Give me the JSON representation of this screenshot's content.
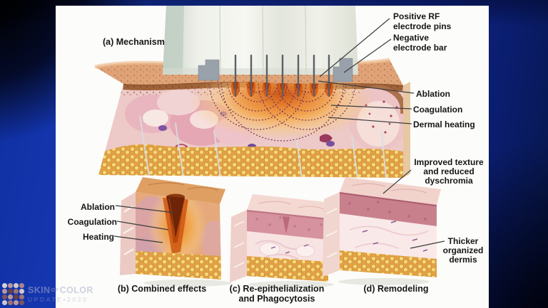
{
  "figure": {
    "caption_a": "(a) Mechanism",
    "labels_a": {
      "positive_rf": [
        "Positive RF",
        "electrode pins"
      ],
      "negative_bar": [
        "Negative",
        "electrode bar"
      ],
      "ablation": "Ablation",
      "coagulation": "Coagulation",
      "dermal_heating": "Dermal heating"
    },
    "labels_b": {
      "ablation": "Ablation",
      "coagulation": "Coagulation",
      "heating": "Heating"
    },
    "caption_b": "(b) Combined effects",
    "caption_c": [
      "(c) Re-epithelialization",
      "and Phagocytosis"
    ],
    "caption_d": "(d) Remodeling",
    "labels_d": {
      "improved_texture": [
        "Improved texture",
        "and reduced",
        "dyschromia"
      ],
      "thicker_dermis": [
        "Thicker",
        "organized",
        "dermis"
      ]
    }
  },
  "logo": {
    "brand": [
      "SKIN",
      "OF",
      "COLOR"
    ],
    "line2": [
      "UPDATE",
      "•",
      "2020"
    ],
    "dot_colors": [
      "#e6ded9",
      "#c9a09a",
      "#e0d6d1",
      "#b78a84",
      "#c9a09a",
      "#70403c",
      "#a87772",
      "#e0d6d1",
      "#8a5650",
      "#c9a09a",
      "#70403c",
      "#a87772",
      "#ddd3ce",
      "#a87772",
      "#c9a09a",
      "#8a5650"
    ]
  },
  "colors": {
    "slide_blue": "#1638b2",
    "slide_dark_corner": "#02040f",
    "panel_bg": "#fcfcfa",
    "heat_orange": "#ef8e2c",
    "fat_yellow": "#eaa94b",
    "dermis_pink": "#edc9c7",
    "epidermis_brown": "#9a5c30",
    "needle_gray": "#5a6168",
    "label_text": "#161616"
  }
}
